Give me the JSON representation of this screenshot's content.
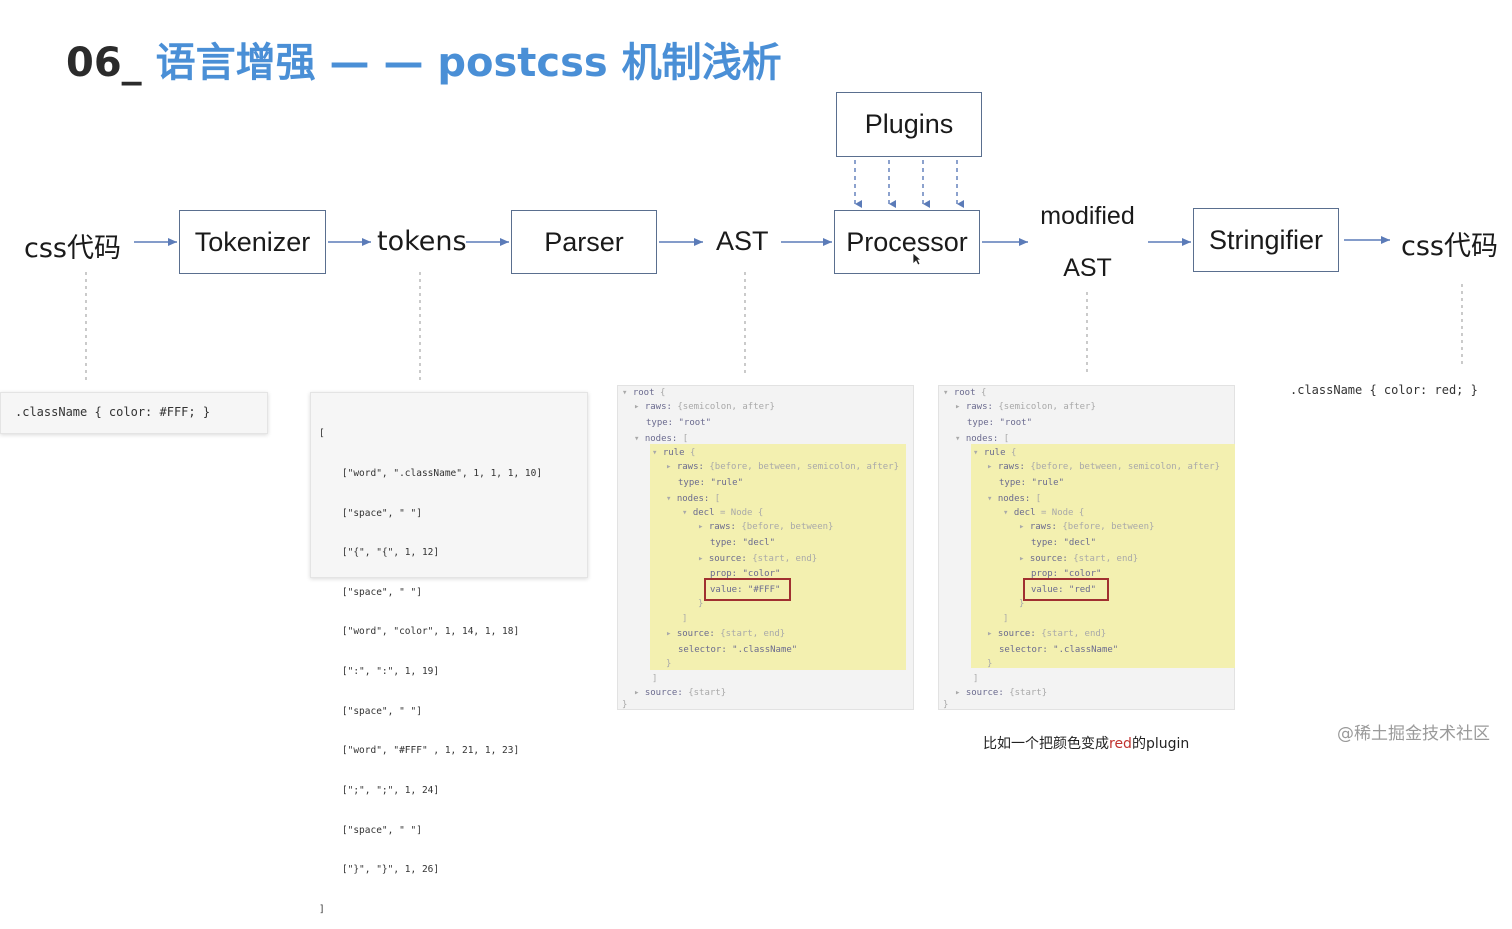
{
  "title": {
    "number": "06_",
    "text": " 语言增强 — — postcss 机制浅析"
  },
  "pipeline": {
    "css_in": "css代码",
    "tokenizer": "Tokenizer",
    "tokens": "tokens",
    "parser": "Parser",
    "ast": "AST",
    "plugins": "Plugins",
    "processor": "Processor",
    "modified": "modified",
    "modified_ast": "AST",
    "stringifier": "Stringifier",
    "css_out": "css代码"
  },
  "examples": {
    "input_css": ".className { color: #FFF; }",
    "output_css": ".className { color: red; }",
    "tokens": [
      "[",
      "    [\"word\", \".className\", 1, 1, 1, 10]",
      "    [\"space\", \" \"]",
      "    [\"{\", \"{\", 1, 12]",
      "    [\"space\", \" \"]",
      "    [\"word\", \"color\", 1, 14, 1, 18]",
      "    [\":\", \":\", 1, 19]",
      "    [\"space\", \" \"]",
      "    [\"word\", \"#FFF\" , 1, 21, 1, 23]",
      "    [\";\", \";\", 1, 24]",
      "    [\"space\", \" \"]",
      "    [\"}\", \"}\", 1, 26]",
      "]"
    ]
  },
  "ast_tree": {
    "root": "root",
    "raws_root": "raws:",
    "raws_root_val": "{semicolon, after}",
    "type_root": "type: \"root\"",
    "nodes": "nodes:",
    "rule": "rule",
    "raws_rule": "raws:",
    "raws_rule_val": "{before, between, semicolon, after}",
    "type_rule": "type: \"rule\"",
    "nodes2": "nodes:",
    "decl": "decl",
    "decl_extra": "Node {",
    "raws_decl": "raws:",
    "raws_decl_val": "{before, between}",
    "type_decl": "type: \"decl\"",
    "source_decl": "source:",
    "source_decl_val": "{start, end}",
    "prop": "prop: \"color\"",
    "value_before": "value: \"#FFF\"",
    "value_after": "value: \"red\"",
    "source_rule": "source:",
    "source_rule_val": "{start, end}",
    "selector": "selector: \".className\"",
    "source_root": "source:",
    "source_root_val": "{start}"
  },
  "caption": {
    "before": "比如一个把颜色变成",
    "red": "red",
    "after": "的plugin"
  },
  "watermark": "@稀土掘金技术社区",
  "colors": {
    "title_accent": "#4a8fd6",
    "box_border": "#5a6f8f",
    "arrow": "#5b7bb8",
    "highlight_yellow": "#f3f0b0",
    "highlight_red": "#a03030"
  }
}
